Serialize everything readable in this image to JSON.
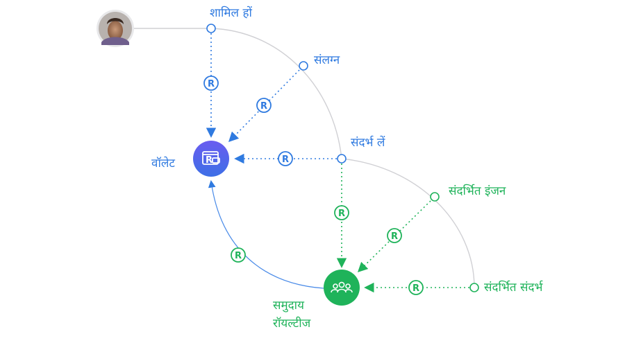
{
  "colors": {
    "blue": "#2f7ae0",
    "green": "#1fb35a",
    "arc": "#d0d0d4",
    "wallet_gradient_top": "#6a5cf0",
    "wallet_gradient_bottom": "#3d6fe6",
    "community": "#1fb35a"
  },
  "icons": {
    "wallet": "wallet-icon",
    "community": "people-icon",
    "token": "rupee-r-icon",
    "user": "avatar"
  },
  "labels": {
    "join": "शामिल हों",
    "attach": "संलग्न",
    "refer": "संदर्भ लें",
    "wallet": "वॉलेट",
    "referral_engine": "संदर्भित इंजन",
    "referral_refer": "संदर्भित संदर्भ",
    "community_line1": "समुदाय",
    "community_line2": "रॉयल्टीज"
  },
  "token_symbol": "R"
}
